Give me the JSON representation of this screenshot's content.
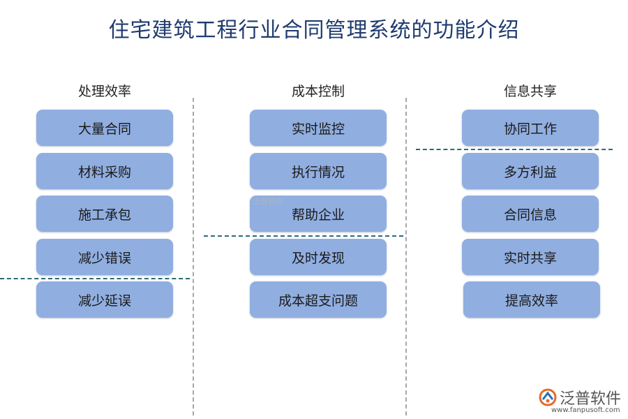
{
  "title": "住宅建筑工程行业合同管理系统的功能介绍",
  "columns": [
    {
      "heading": "处理效率",
      "items": [
        "大量合同",
        "材料采购",
        "施工承包",
        "减少错误",
        "减少延误"
      ]
    },
    {
      "heading": "成本控制",
      "items": [
        "实时监控",
        "执行情况",
        "帮助企业",
        "及时发现",
        "成本超支问题"
      ]
    },
    {
      "heading": "信息共享",
      "items": [
        "协同工作",
        "多方利益",
        "合同信息",
        "实时共享",
        "提高效率"
      ]
    }
  ],
  "watermark": "泛普软件",
  "logo": {
    "name": "泛普软件",
    "url": "www.fanpusoft.com"
  }
}
